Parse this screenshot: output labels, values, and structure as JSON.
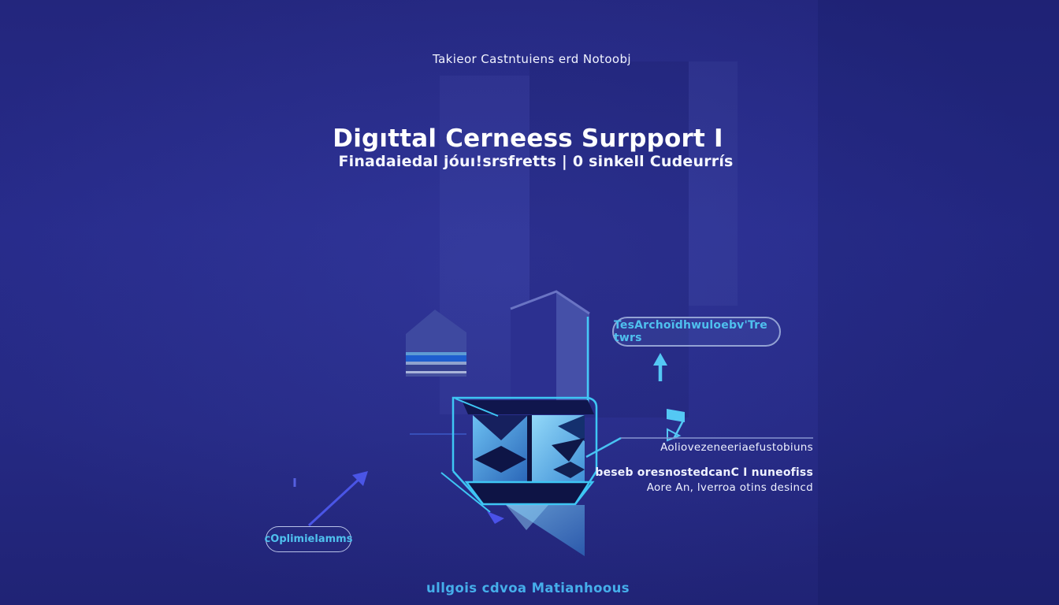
{
  "banner": {
    "tagline": "Takieor Castntuiens erd Notoobj",
    "title": "Digıttal Cerneess Surpport I",
    "subtitle": "Finadaiedal jóuı!srsfretts | 0 sinkell Cudeurrís",
    "cta_pill_label": "TesArchoïdhwuloebv'Tre twrs",
    "left_button_label": "cOplimielamms",
    "footer_text": "ullgois cdvoa Matianhoous"
  },
  "right_block": {
    "lines": [
      "Aoliovezeneeriaefustobiuns",
      "beseb oresnostedcanC I nuneofiss",
      "Aore An, lverroa otins desincd"
    ]
  },
  "icons": {
    "up_arrow": "↑",
    "flag": "⚑",
    "diagonal_arrow": "↗"
  },
  "colors": {
    "background": "#272b8a",
    "accent_cyan": "#4fc0ee",
    "outline_cyan": "#3ec6f4",
    "arrow_indigo": "#4a55e6",
    "pill_border": "#93a2d4",
    "text_white": "#ffffff"
  }
}
